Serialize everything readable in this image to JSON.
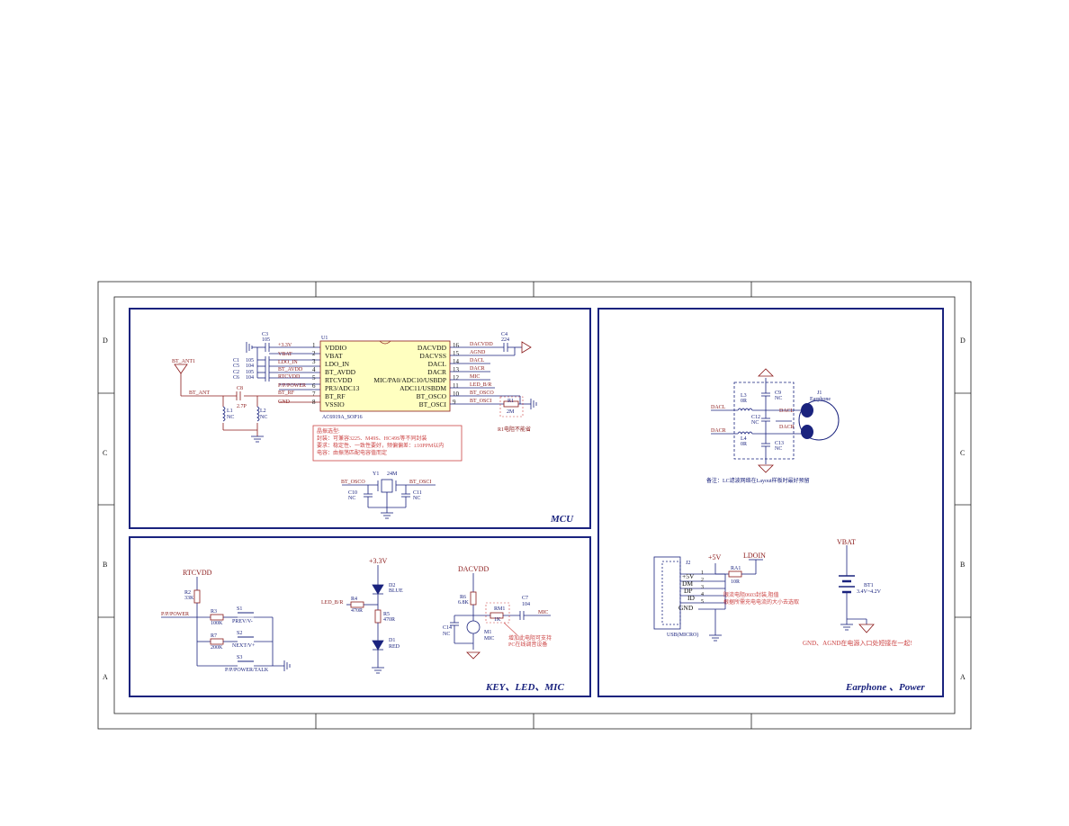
{
  "frame": {
    "rows": [
      "D",
      "C",
      "B",
      "A"
    ]
  },
  "panels": {
    "mcu": {
      "title": "MCU"
    },
    "key": {
      "title": "KEY、LED、MIC"
    },
    "earphone": {
      "title": "Earphone 、Power"
    }
  },
  "mcu": {
    "antenna": "BT_ANT1",
    "bt_ant": "BT_ANT",
    "c8": "C8",
    "c8_val": "2.7P",
    "l1": "L1",
    "l1_val": "NC",
    "l2": "L2",
    "l2_val": "NC",
    "c3": "C3",
    "c3_val": "105",
    "caps": [
      {
        "ref": "C1",
        "val": "105"
      },
      {
        "ref": "C5",
        "val": "104"
      },
      {
        "ref": "C2",
        "val": "105"
      },
      {
        "ref": "C6",
        "val": "104"
      }
    ],
    "u1": "U1",
    "u1_part": "AC6919A_SOP16",
    "left_nets": [
      "+3.3V",
      "VBAT",
      "LDO_IN",
      "BT_AVDD",
      "RTCVDD",
      "P/P/POWER",
      "BT_RF",
      "GND"
    ],
    "left_pins": [
      "VDDIO",
      "VBAT",
      "LDO_IN",
      "BT_AVDD",
      "RTCVDD",
      "PR3/ADC13",
      "BT_RF",
      "VSSIO"
    ],
    "left_nums": [
      "1",
      "2",
      "3",
      "4",
      "5",
      "6",
      "7",
      "8"
    ],
    "right_pins": [
      "DACVDD",
      "DACVSS",
      "DACL",
      "DACR",
      "MIC/PA0/ADC10/USBDP",
      "ADC11/USBDM",
      "BT_OSCO",
      "BT_OSCI"
    ],
    "right_nums": [
      "16",
      "15",
      "14",
      "13",
      "12",
      "11",
      "10",
      "9"
    ],
    "right_nets": [
      "DACVDD",
      "AGND",
      "DACL",
      "DACR",
      "MIC",
      "LED_B/R",
      "BT_OSCO",
      "BT_OSCI"
    ],
    "c4": "C4",
    "c4_val": "224",
    "r1": "R1",
    "r1_val": "2M",
    "r1_note": "R1电阻不能省",
    "note_lines": [
      "晶振选型:",
      "封装：可兼容3225、M49S、HC49S等不同封装",
      "要求：稳定性、一致性要好，频偏偏差：±10PPM以内",
      "电容：由振荡匹配电容值而定"
    ],
    "y1": "Y1",
    "y1_val": "24M",
    "osco": "BT_OSCO",
    "osci": "BT_OSCI",
    "c10": "C10",
    "c10_val": "NC",
    "c11": "C11",
    "c11_val": "NC"
  },
  "key": {
    "rtcvdd": "RTCVDD",
    "r2": "R2",
    "r2_val": "33K",
    "ppp": "P/P/POWER",
    "r3": "R3",
    "r3_val": "100K",
    "s1": "S1",
    "s1_lbl": "PREV/V-",
    "r7": "R7",
    "r7_val": "200K",
    "s2": "S2",
    "s2_lbl": "NEXT/V+",
    "s3": "S3",
    "s3_lbl": "P/P/POWER/TALK",
    "v33": "+3.3V",
    "d2": "D2",
    "d2_col": "BLUE",
    "led_br": "LED_B/R",
    "r4": "R4",
    "r4_val": "470R",
    "r5": "R5",
    "r5_val": "470R",
    "d1": "D1",
    "d1_col": "RED",
    "dacvdd": "DACVDD",
    "r6": "R6",
    "r6_val": "6.8K",
    "rm1": "RM1",
    "rm1_val": "1K",
    "c7": "C7",
    "c7_val": "104",
    "mic": "MIC",
    "c14": "C14",
    "c14_val": "NC",
    "m1": "M1",
    "m1_lbl": "MIC",
    "mic_note": [
      "增加此电阻可支持",
      "PC在线调音设备"
    ]
  },
  "ear": {
    "l3": "L3",
    "l3_val": "0R",
    "l4": "L4",
    "l4_val": "0R",
    "c9": "C9",
    "c9_val": "NC",
    "c12": "C12",
    "c12_val": "NC",
    "c13": "C13",
    "c13_val": "NC",
    "dacl": "DACL",
    "dacr": "DACR",
    "j1": "J1",
    "j1_lbl": "Earphone",
    "note": "备注：LC滤波网络在Layout样板时最好预留",
    "j2": "J2",
    "usb": "USB(MICRO)",
    "usb_pins": [
      "+5V",
      "DM",
      "DP",
      "ID",
      "GND"
    ],
    "usb_nums": [
      "1",
      "2",
      "3",
      "4",
      "5"
    ],
    "p5v": "+5V",
    "ldoin": "LDOIN",
    "ra1": "RA1",
    "ra1_val": "10R",
    "ra1_note": [
      "限流电阻0603封装,阻值",
      "根据所需充电电流的大小去选取"
    ],
    "vbat": "VBAT",
    "bt1": "BT1",
    "bt1_val": "3.4V~4.2V",
    "gnd_note": "GND、AGND在电源入口处短接在一起!"
  }
}
